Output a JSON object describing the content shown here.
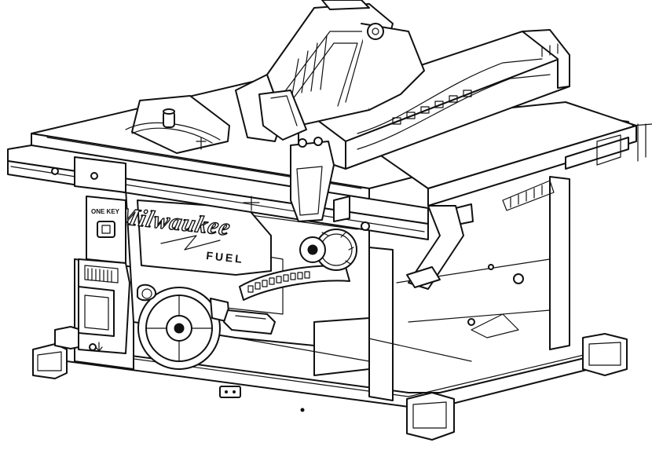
{
  "labels": {
    "brand": "Milwaukee",
    "fuel": "FUEL",
    "one_key": "ONE KEY"
  },
  "colors": {
    "line": "#111111",
    "fill": "#ffffff"
  }
}
